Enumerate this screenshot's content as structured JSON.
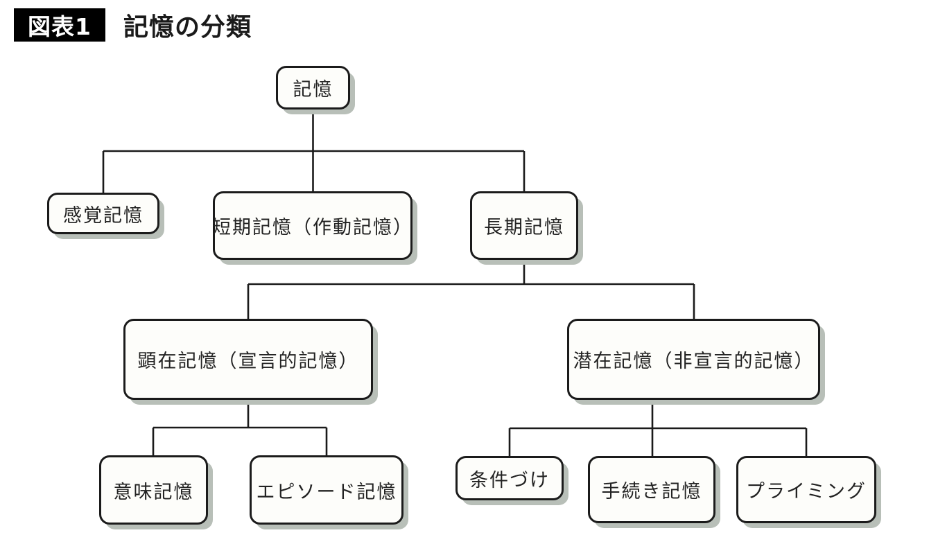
{
  "header": {
    "badge": "図表1",
    "title": "記憶の分類"
  },
  "diagram": {
    "type": "tree",
    "nodes": {
      "memory": {
        "label": "記憶"
      },
      "sensory": {
        "label": "感覚記憶"
      },
      "short_term": {
        "label": "短期記憶（作動記憶）"
      },
      "long_term": {
        "label": "長期記憶"
      },
      "explicit": {
        "label": "顕在記憶（宣言的記憶）"
      },
      "implicit": {
        "label": "潜在記憶（非宣言的記憶）"
      },
      "semantic": {
        "label": "意味記憶"
      },
      "episodic": {
        "label": "エピソード記憶"
      },
      "conditioning": {
        "label": "条件づけ"
      },
      "procedural": {
        "label": "手続き記憶"
      },
      "priming": {
        "label": "プライミング"
      }
    },
    "edges": [
      {
        "from": "記憶",
        "to": "感覚記憶"
      },
      {
        "from": "記憶",
        "to": "短期記憶（作動記憶）"
      },
      {
        "from": "記憶",
        "to": "長期記憶"
      },
      {
        "from": "長期記憶",
        "to": "顕在記憶（宣言的記憶）"
      },
      {
        "from": "長期記憶",
        "to": "潜在記憶（非宣言的記憶）"
      },
      {
        "from": "顕在記憶（宣言的記憶）",
        "to": "意味記憶"
      },
      {
        "from": "顕在記憶（宣言的記憶）",
        "to": "エピソード記憶"
      },
      {
        "from": "潜在記憶（非宣言的記憶）",
        "to": "条件づけ"
      },
      {
        "from": "潜在記憶（非宣言的記憶）",
        "to": "手続き記憶"
      },
      {
        "from": "潜在記憶（非宣言的記憶）",
        "to": "プライミング"
      }
    ],
    "colors": {
      "background": "#ffffff",
      "node_fill": "#fdfdfa",
      "node_border": "#1b1b1b",
      "node_shadow": "#b8bfb8",
      "line": "#1a1a1a",
      "badge_bg": "#000000",
      "badge_text": "#ffffff"
    }
  }
}
